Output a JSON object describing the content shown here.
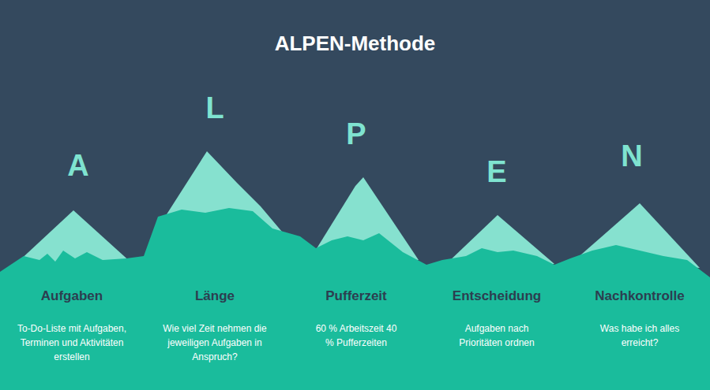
{
  "diagram": {
    "title": "ALPEN-Methode",
    "nodes": [
      {
        "text": [
          "A",
          "Aufgaben",
          "To-Do-Liste mit Aufgaben, Terminen und Aktivitäten erstellen"
        ]
      },
      {
        "text": [
          "L",
          "Länge",
          "Wie viel Zeit nehmen die jeweiligen Aufgaben in Anspruch?"
        ]
      },
      {
        "text": [
          "P",
          "Pufferzeit",
          "60 % Arbeitszeit 40 % Pufferzeiten"
        ]
      },
      {
        "text": [
          "E",
          "Entscheidung",
          "Aufgaben nach Prioritäten ordnen"
        ]
      },
      {
        "text": [
          "N",
          "Nachkontrolle",
          "Was habe ich alles erreicht?"
        ]
      }
    ]
  }
}
